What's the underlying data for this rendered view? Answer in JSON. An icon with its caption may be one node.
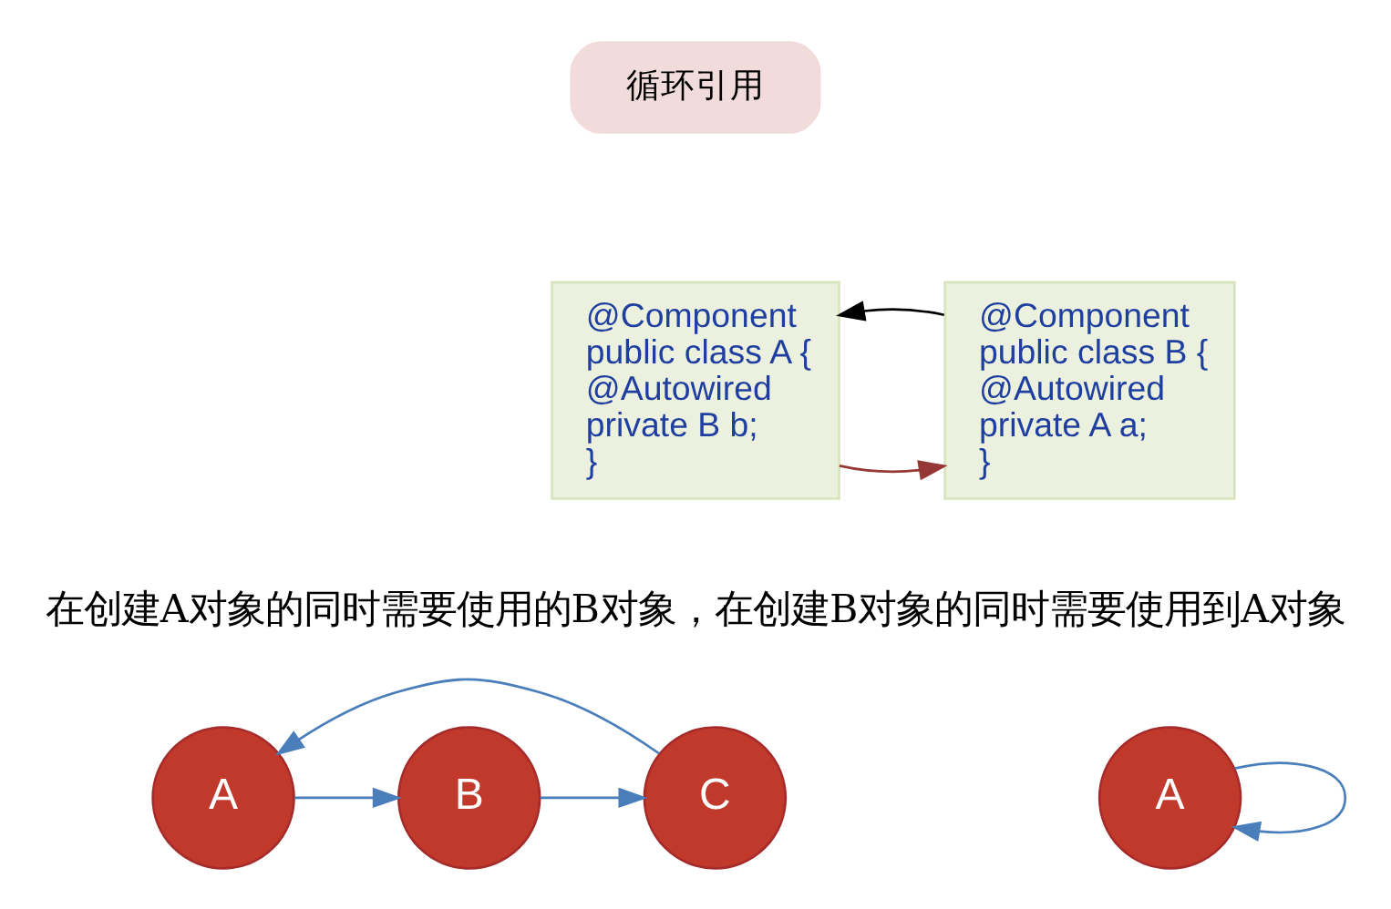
{
  "diagram": {
    "nodes": [
      {
        "text": [
          "循环引用"
        ]
      },
      {
        "text": [
          "@Component",
          "public class A {",
          "@Autowired",
          "private B b;",
          "}"
        ]
      },
      {
        "text": [
          "@Component",
          "public class B {",
          "@Autowired",
          "private A a;",
          "}"
        ]
      },
      {
        "text": [
          "A"
        ]
      },
      {
        "text": [
          "B"
        ]
      },
      {
        "text": [
          "C"
        ]
      },
      {
        "text": [
          "A"
        ]
      }
    ],
    "edges": [
      {
        "from": 1,
        "to": 2,
        "arrow": "to",
        "color": "#953735"
      },
      {
        "from": 2,
        "to": 1,
        "arrow": "to",
        "color": "#000000"
      },
      {
        "from": 3,
        "to": 4,
        "arrow": "to"
      },
      {
        "from": 4,
        "to": 5,
        "arrow": "to"
      },
      {
        "from": 5,
        "to": 3,
        "arrow": "to"
      },
      {
        "from": 6,
        "to": 6,
        "arrow": "to"
      }
    ],
    "labels": [
      "在创建A对象的同时需要使用的B对象，在创建B对象的同时需要使用到A对象"
    ]
  }
}
